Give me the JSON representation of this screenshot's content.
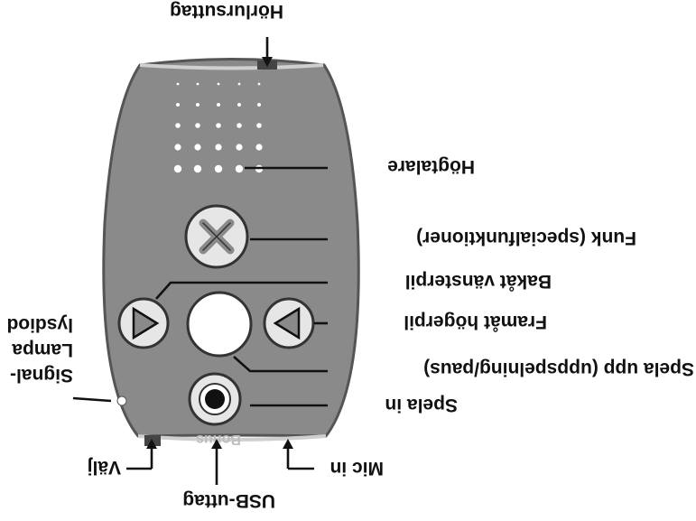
{
  "device": {
    "brand_text": "Bonus",
    "body_color": "#8a8a8a",
    "button_color": "#ffffff"
  },
  "labels": {
    "horlursuttag": "Hörlursuttag",
    "hogtalare": "Högtalare",
    "funk": "Funk (specialfunktioner)",
    "bakat": "Bakåt vänsterpil",
    "framat": "Framåt högerpil",
    "spela_upp": "Spela upp (uppspelning/paus)",
    "spela_in": "Spela in",
    "mic_in": "Mic in",
    "usb": "USB-uttag",
    "valj": "Välj",
    "signal_lampa": {
      "line1": "Signal-",
      "line2": "Lampa",
      "line3": "lysdiod"
    }
  },
  "image_note": "Upside-down (rotated 180°) rendering of the original figure"
}
